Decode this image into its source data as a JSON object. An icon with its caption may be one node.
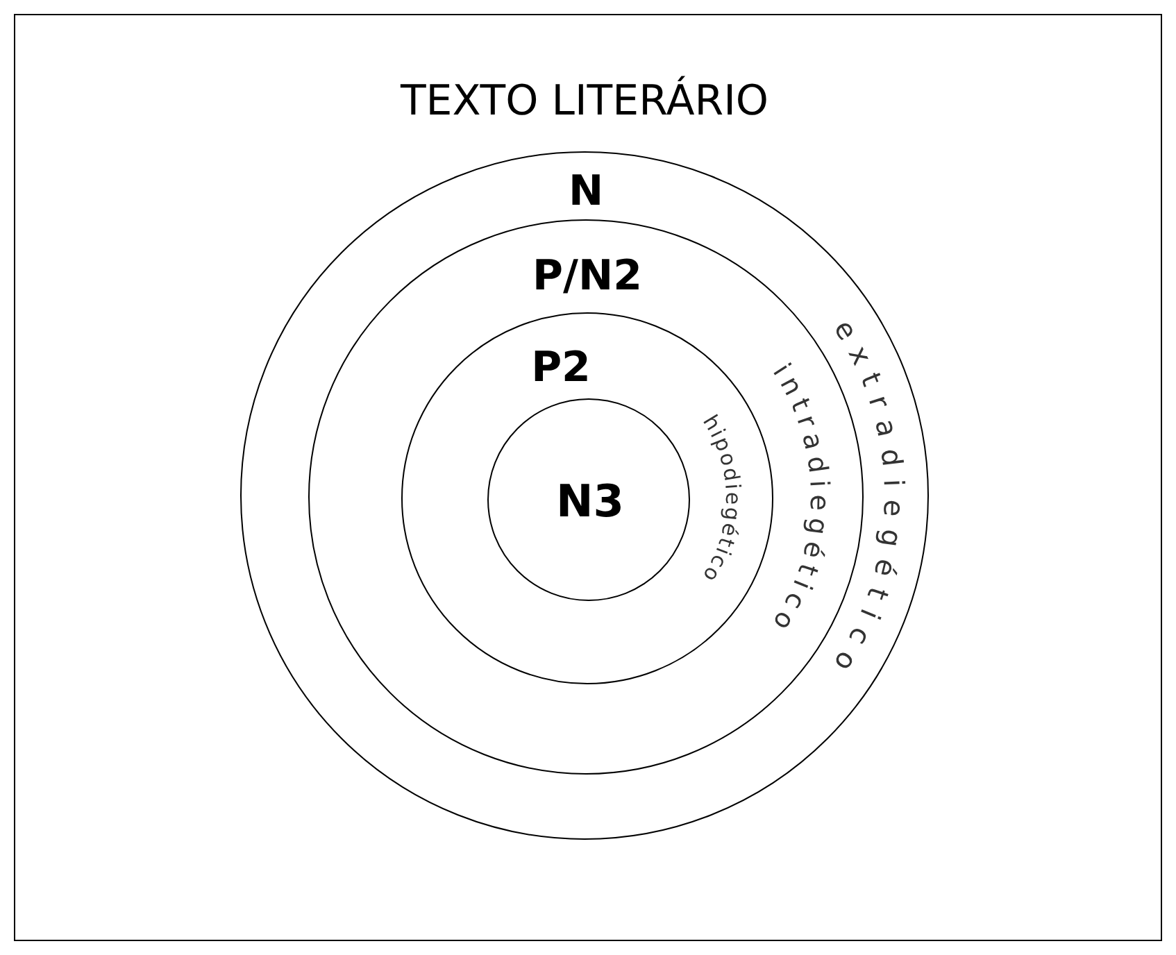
{
  "diagram": {
    "nodes": [
      {
        "text": [
          "TEXTO LITERÁRIO"
        ]
      },
      {
        "text": [
          "N",
          "extradiegético"
        ],
        "in": 0
      },
      {
        "text": [
          "P/N2",
          "intradiegético"
        ],
        "in": 1
      },
      {
        "text": [
          "P2",
          "hipodiegético"
        ],
        "in": 2
      },
      {
        "text": [
          "N3"
        ],
        "in": 3
      }
    ]
  }
}
